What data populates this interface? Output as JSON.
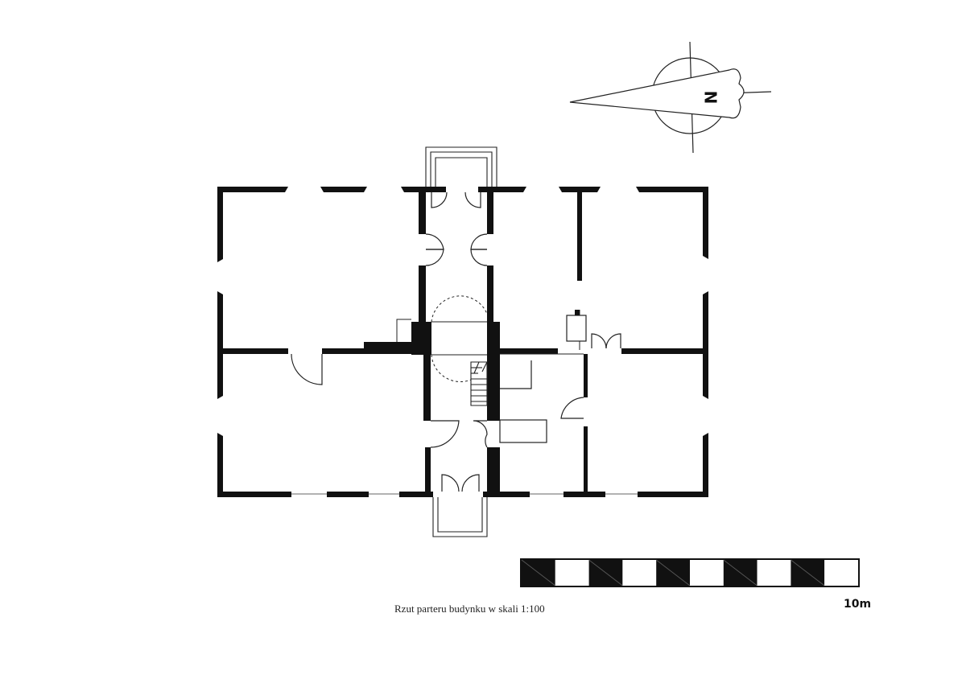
{
  "drawing": {
    "caption": "Rzut parteru budynku w skali 1:100",
    "scale_label": "10m",
    "scale_bar_segments": 10,
    "north_letter": "N"
  },
  "colors": {
    "ink": "#111111",
    "paper": "#ffffff"
  }
}
